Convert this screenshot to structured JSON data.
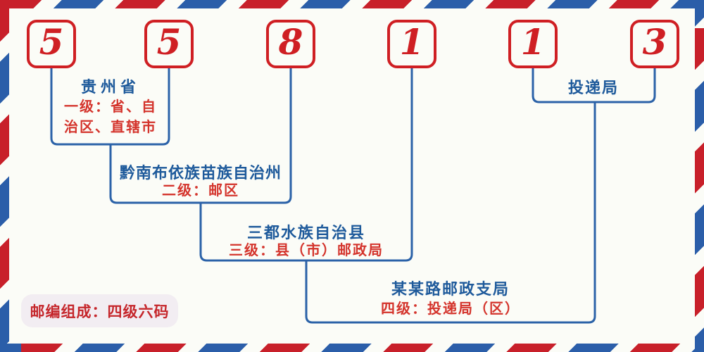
{
  "diagram": {
    "postal_code_digits": [
      "5",
      "5",
      "8",
      "1",
      "1",
      "3"
    ],
    "levels": [
      {
        "name": "贵州省",
        "desc_line1": "一级：省、自",
        "desc_line2": "治区、直辖市"
      },
      {
        "name": "黔南布依族苗族自治州",
        "desc": "二级：邮区"
      },
      {
        "name": "三都水族自治县",
        "desc": "三级：县（市）邮政局"
      },
      {
        "name": "某某路邮政支局",
        "desc": "四级：投递局（区）"
      }
    ],
    "delivery_office_label": "投递局",
    "footer_badge": "邮编组成：四级六码",
    "colors": {
      "stripe_red": "#c8202a",
      "stripe_blue": "#2b5ea9",
      "line_blue": "#2b62a8",
      "digit_red": "#cf1f23",
      "name_blue": "#1e5a9b",
      "desc_red": "#d4342c",
      "badge_text_red": "#c5262b",
      "badge_bg": "#f2edf2",
      "background": "#fbfcf7"
    }
  }
}
